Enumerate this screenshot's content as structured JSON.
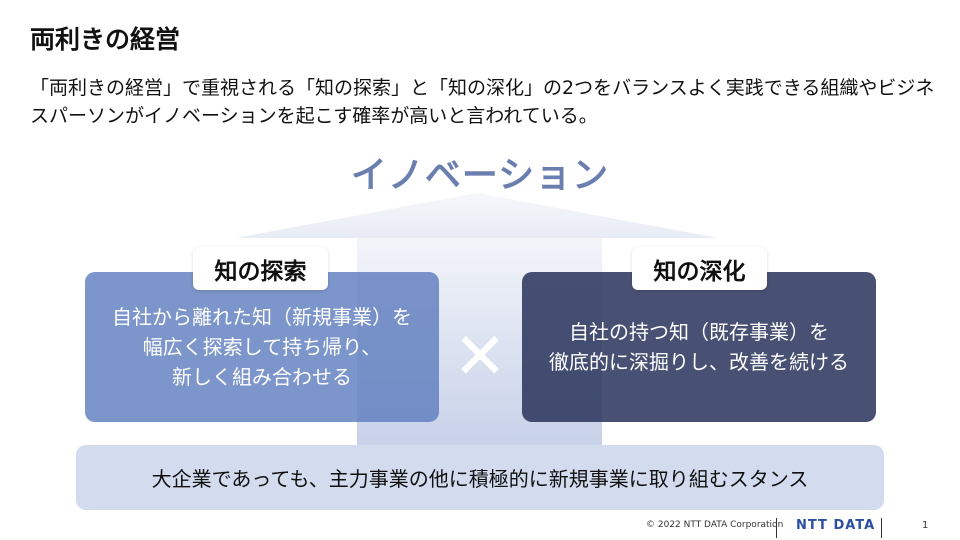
{
  "title": "両利きの経営",
  "lead": "「両利きの経営」で重視される「知の探索」と「知の深化」の2つをバランスよく実践できる組織やビジネスパーソンがイノベーションを起こす確率が高いと言われている。",
  "innovation": "イノベーション",
  "exploration": {
    "tag": "知の探索",
    "lines": [
      "自社から離れた知（新規事業）を",
      "幅広く探索して持ち帰り、",
      "新しく組み合わせる"
    ]
  },
  "exploitation": {
    "tag": "知の深化",
    "lines": [
      "自社の持つ知（既存事業）を",
      "徹底的に深掘りし、改善を続ける"
    ]
  },
  "cross": "✕",
  "foundation": "大企業であっても、主力事業の他に積極的に新規事業に取り組むスタンス",
  "footer": {
    "copyright": "© 2022 NTT DATA Corporation",
    "logo": "NTT DATA",
    "page": "1"
  }
}
